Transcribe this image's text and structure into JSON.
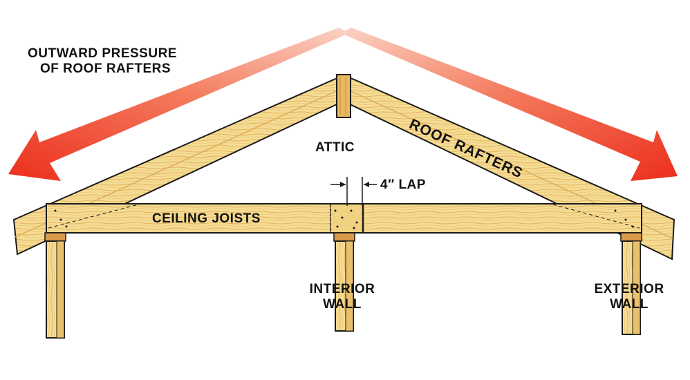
{
  "labels": {
    "pressure_line1": "OUTWARD PRESSURE",
    "pressure_line2": "OF ROOF RAFTERS",
    "attic": "ATTIC",
    "roof_rafters": "ROOF RAFTERS",
    "lap": "4″ LAP",
    "ceiling_joists": "CEILING JOISTS",
    "interior_line1": "INTERIOR",
    "interior_line2": "WALL",
    "exterior_line1": "EXTERIOR",
    "exterior_line2": "WALL"
  },
  "colors": {
    "wood": "#f3d98f",
    "wood_grain": "#e2b05a",
    "wood_dark": "#c9893a",
    "outline": "#1a1a1a",
    "arrow_red": "#ef3f2a",
    "arrow_red_light": "#f7a08a"
  }
}
